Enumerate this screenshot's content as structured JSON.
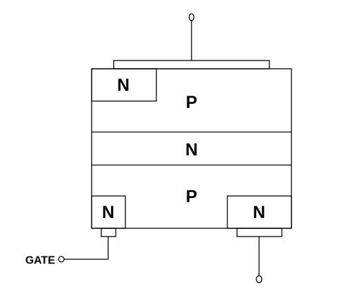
{
  "diagram": {
    "layers": {
      "top_p": "P",
      "middle_n": "N",
      "bottom_p": "P"
    },
    "regions": {
      "top_left_n": "N",
      "bottom_left_n": "N",
      "bottom_right_n": "N"
    },
    "gate_label": "GATE",
    "colors": {
      "line": "#000000",
      "background": "#ffffff"
    }
  }
}
